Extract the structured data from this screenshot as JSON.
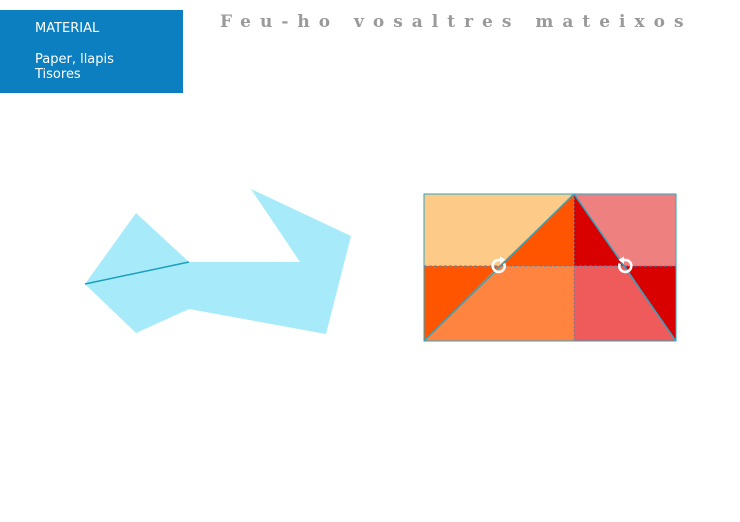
{
  "material": {
    "heading": "MATERIAL",
    "items": [
      "Paper, llapis",
      "Tisores"
    ]
  },
  "title": "Feu-ho vosaltres mateixos",
  "colors": {
    "material_bg": "#0c7fc0",
    "title_text": "#9a9a9a",
    "shape_fill": "#a7ebfb",
    "shape_line": "#1c9fb8",
    "piece_light_orange": "#fdcb87",
    "piece_orange_red": "#ff5500",
    "piece_orange": "#ff8440",
    "piece_pink": "#ef8080",
    "piece_red": "#d90000",
    "piece_coral": "#ef5a5a",
    "cut_line": "#1c9fb8"
  },
  "icons": {
    "left_rotate": "rotate-clockwise-icon",
    "right_rotate": "rotate-counterclockwise-icon"
  }
}
